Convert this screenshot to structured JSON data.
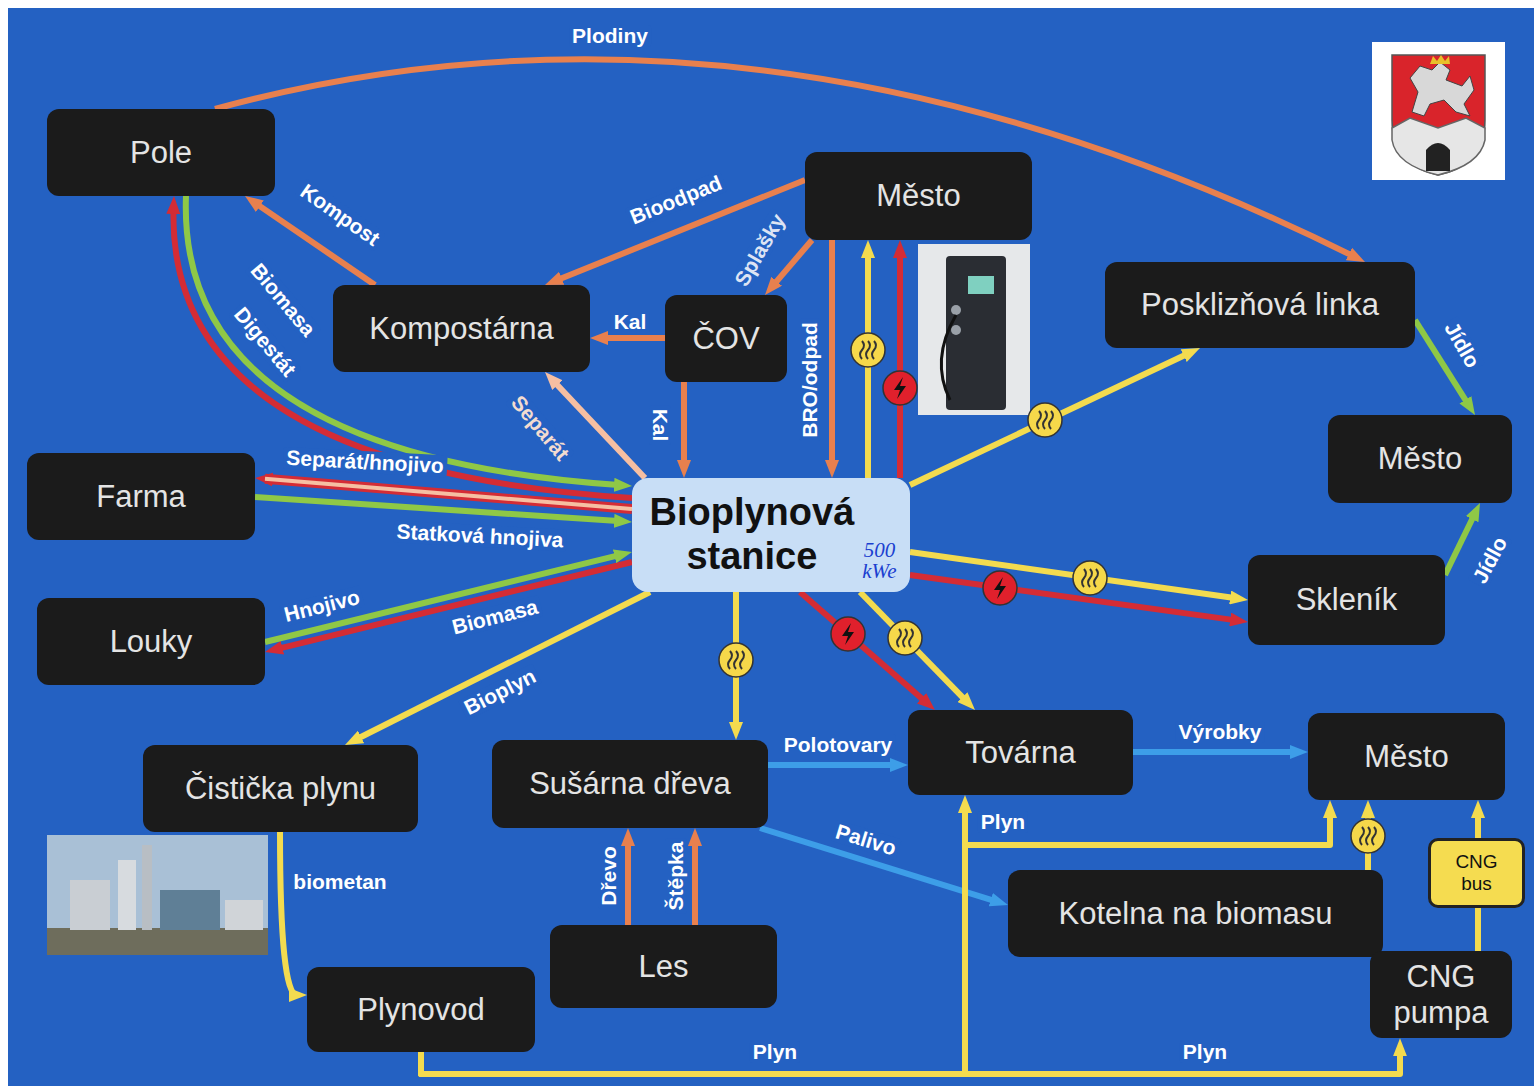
{
  "diagram": {
    "nodes": [
      {
        "text": [
          "Pole"
        ]
      },
      {
        "text": [
          "Město"
        ]
      },
      {
        "text": [
          "Kompostárna"
        ]
      },
      {
        "text": [
          "ČOV"
        ]
      },
      {
        "text": [
          "Posklizňová linka"
        ]
      },
      {
        "text": [
          "Město"
        ]
      },
      {
        "text": [
          "Farma"
        ]
      },
      {
        "text": [
          "Bioplynová stanice",
          "500 kWe"
        ]
      },
      {
        "text": [
          "Skleník"
        ]
      },
      {
        "text": [
          "Louky"
        ]
      },
      {
        "text": [
          "Čistička plynu"
        ]
      },
      {
        "text": [
          "Sušárna dřeva"
        ]
      },
      {
        "text": [
          "Továrna"
        ]
      },
      {
        "text": [
          "Město"
        ]
      },
      {
        "text": [
          "Kotelna na biomasu"
        ]
      },
      {
        "text": [
          "Les"
        ]
      },
      {
        "text": [
          "Plynovod"
        ]
      },
      {
        "text": [
          "CNG pumpa"
        ]
      },
      {
        "text": [
          "CNG bus"
        ]
      }
    ],
    "edges": [
      {
        "from": 0,
        "to": 4,
        "arrow": "to",
        "label": "Plodiny"
      },
      {
        "from": 2,
        "to": 0,
        "arrow": "to",
        "label": "Kompost"
      },
      {
        "from": 0,
        "to": 7,
        "arrow": "to",
        "label": "Biomasa"
      },
      {
        "from": 7,
        "to": 0,
        "arrow": "to",
        "label": "Digestát"
      },
      {
        "from": 1,
        "to": 2,
        "arrow": "to",
        "label": "Bioodpad"
      },
      {
        "from": 1,
        "to": 3,
        "arrow": "to",
        "label": "Splašky"
      },
      {
        "from": 3,
        "to": 2,
        "arrow": "to",
        "label": "Kal"
      },
      {
        "from": 3,
        "to": 7,
        "arrow": "to",
        "label": "Kal"
      },
      {
        "from": 7,
        "to": 2,
        "arrow": "to",
        "label": "Separát"
      },
      {
        "from": 1,
        "to": 7,
        "arrow": "to",
        "label": "BRO/odpad"
      },
      {
        "from": 7,
        "to": 1,
        "arrow": "to"
      },
      {
        "from": 7,
        "to": 1,
        "arrow": "to"
      },
      {
        "from": 7,
        "to": 4,
        "arrow": "to"
      },
      {
        "from": 4,
        "to": 5,
        "arrow": "to",
        "label": "Jídlo"
      },
      {
        "from": 8,
        "to": 5,
        "arrow": "to",
        "label": "Jídlo"
      },
      {
        "from": 7,
        "to": 6,
        "arrow": "to",
        "label": "Separát/hnojivo"
      },
      {
        "from": 6,
        "to": 7,
        "arrow": "to",
        "label": "Statková hnojiva"
      },
      {
        "from": 7,
        "to": 9,
        "arrow": "to",
        "label": "Hnojivo"
      },
      {
        "from": 9,
        "to": 7,
        "arrow": "to",
        "label": "Biomasa"
      },
      {
        "from": 7,
        "to": 10,
        "arrow": "to",
        "label": "Bioplyn"
      },
      {
        "from": 7,
        "to": 8,
        "arrow": "to"
      },
      {
        "from": 7,
        "to": 8,
        "arrow": "to"
      },
      {
        "from": 7,
        "to": 12,
        "arrow": "to"
      },
      {
        "from": 7,
        "to": 12,
        "arrow": "to"
      },
      {
        "from": 7,
        "to": 11,
        "arrow": "to"
      },
      {
        "from": 11,
        "to": 12,
        "arrow": "to",
        "label": "Polotovary"
      },
      {
        "from": 11,
        "to": 14,
        "arrow": "to",
        "label": "Palivo"
      },
      {
        "from": 15,
        "to": 11,
        "arrow": "to",
        "label": "Dřevo"
      },
      {
        "from": 15,
        "to": 11,
        "arrow": "to",
        "label": "Štěpka"
      },
      {
        "from": 12,
        "to": 13,
        "arrow": "to",
        "label": "Výrobky"
      },
      {
        "from": 10,
        "to": 16,
        "arrow": "to",
        "label": "biometan"
      },
      {
        "from": 16,
        "to": 12,
        "arrow": "to",
        "label": "Plyn"
      },
      {
        "from": 16,
        "to": 13,
        "arrow": "to",
        "label": "Plyn"
      },
      {
        "from": 16,
        "to": 17,
        "arrow": "to",
        "label": "Plyn"
      },
      {
        "from": 14,
        "to": 13,
        "arrow": "to"
      },
      {
        "from": 17,
        "to": 18,
        "arrow": "none"
      },
      {
        "from": 18,
        "to": 13,
        "arrow": "to"
      }
    ]
  }
}
